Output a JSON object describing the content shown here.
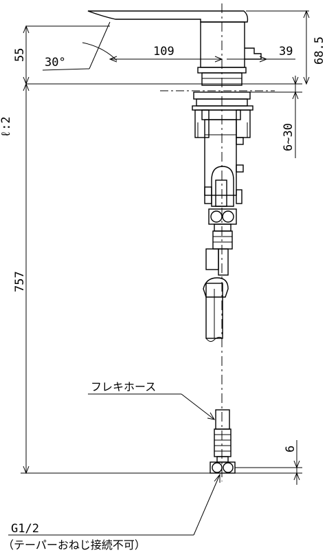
{
  "dimensions": {
    "d55": "55",
    "d68_5": "68.5",
    "d109": "109",
    "d39": "39",
    "angle": "30°",
    "d6_30": "6~30",
    "d757": "757",
    "d6": "6",
    "top_left_partial": "ℓ:2"
  },
  "labels": {
    "hose": "フレキホース",
    "thread": "G1/2",
    "thread_note": "（テーパーおねじ接続不可）"
  },
  "colors": {
    "line": "#000000",
    "background": "#ffffff"
  }
}
